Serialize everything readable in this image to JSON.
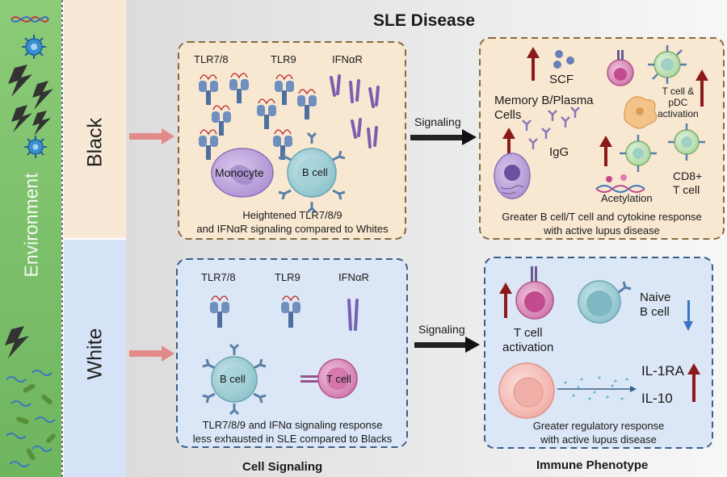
{
  "title": "SLE Disease",
  "environment_label": "Environment",
  "groups": {
    "black": "Black",
    "white": "White"
  },
  "sections": {
    "cell_signaling": "Cell Signaling",
    "immune_phenotype": "Immune Phenotype"
  },
  "black_signaling": {
    "receptors": [
      "TLR7/8",
      "TLR9",
      "IFNαR"
    ],
    "cells": [
      "Monocyte",
      "B cell"
    ],
    "caption": [
      "Heightened TLR7/8/9",
      "and IFNαR signaling compared to Whites"
    ]
  },
  "black_phenotype": {
    "labels": {
      "scf": "SCF",
      "memory": [
        "Memory B/Plasma",
        "Cells"
      ],
      "tcell_pdc": [
        "T cell &",
        "pDC",
        "activation"
      ],
      "igg": "IgG",
      "acetylation": "Acetylation",
      "cd8": [
        "CD8+",
        "T cell"
      ]
    },
    "caption": [
      "Greater B cell/T cell and cytokine response",
      "with active lupus disease"
    ]
  },
  "white_signaling": {
    "receptors": [
      "TLR7/8",
      "TLR9",
      "IFNαR"
    ],
    "cells": [
      "B cell",
      "T cell"
    ],
    "caption": [
      "TLR7/8/9 and IFNα signaling response",
      "less exhausted in SLE compared to Blacks"
    ]
  },
  "white_phenotype": {
    "labels": {
      "tcell_activation": [
        "T cell",
        "activation"
      ],
      "naive_b": [
        "Naive",
        "B cell"
      ],
      "il1ra": "IL-1RA",
      "il10": "IL-10"
    },
    "caption": [
      "Greater regulatory response",
      "with active lupus disease"
    ]
  },
  "arrows": {
    "signaling_label": "Signaling"
  },
  "colors": {
    "env_green": "#7cbf6a",
    "black_panel": "#f8e8d2",
    "white_panel": "#dbe6f6",
    "black_border": "#8a6a3a",
    "white_border": "#3c5f8a",
    "up_arrow": "#8b1a1a",
    "down_arrow": "#3a73c4",
    "pink_arrow": "#e28a8a"
  },
  "icons": [
    "virus-icon",
    "lightning-icon",
    "bacteria-icon",
    "dna-icon",
    "receptor-icon",
    "antibody-icon",
    "cell-icon"
  ]
}
